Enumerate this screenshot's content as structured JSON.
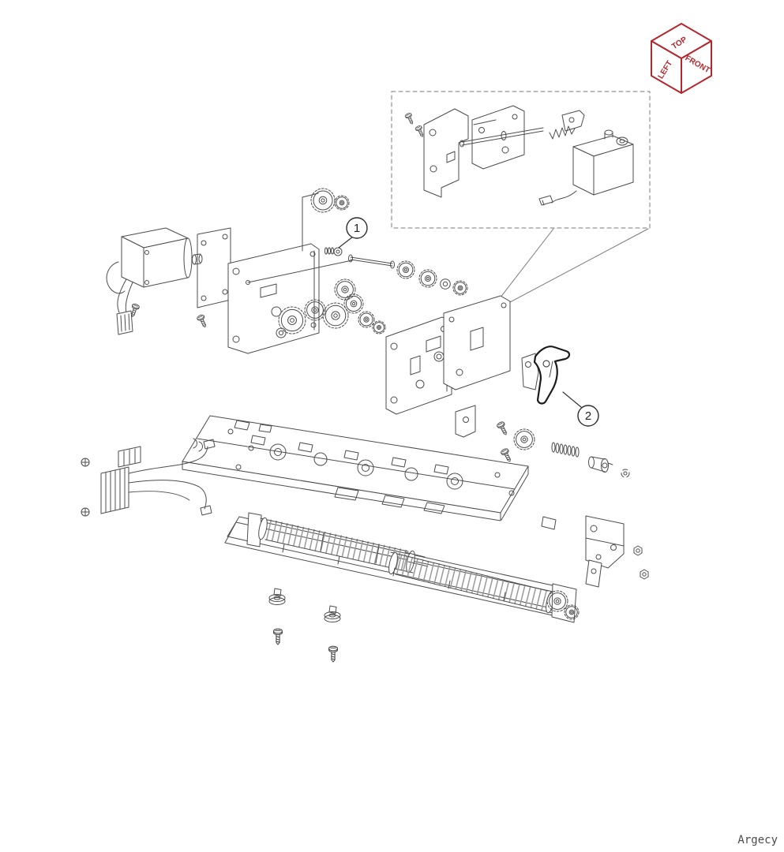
{
  "page": {
    "background": "#ffffff"
  },
  "diagram": {
    "type": "exploded-parts-diagram",
    "subject": "printer paper-feed drive assembly exploded view",
    "callouts": [
      {
        "id": 1,
        "label": "1"
      },
      {
        "id": 2,
        "label": "2"
      }
    ],
    "orientation_cube": {
      "top_label": "TOP",
      "left_label": "LEFT",
      "front_label": "FRONT",
      "color": "#b3272d"
    },
    "watermark": "Argecy",
    "colors": {
      "line": "#4d4d4d",
      "inset_border": "#7a7a7a",
      "highlight_part": "#1c1c1c",
      "cube_red": "#b3272d",
      "background": "#ffffff"
    }
  }
}
